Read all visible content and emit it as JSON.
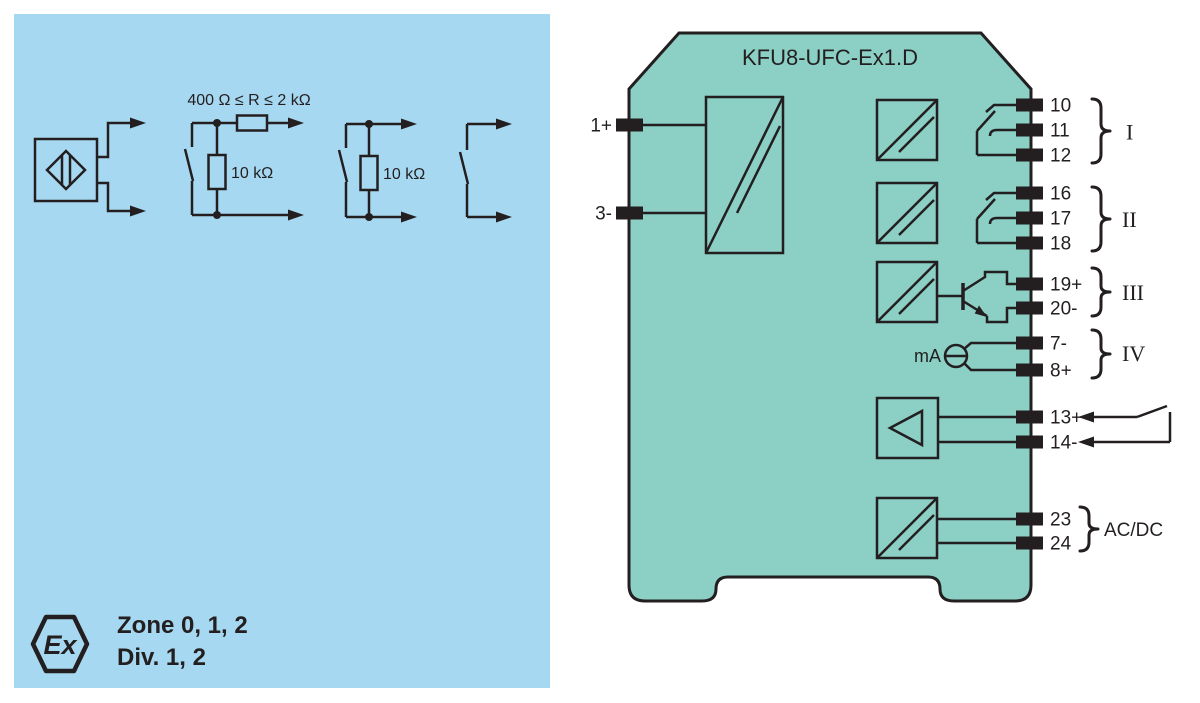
{
  "colors": {
    "hazard_panel_blue": "#a7d8f1",
    "device_teal": "#8bcfc5",
    "line_black": "#231f20"
  },
  "hazard_panel": {
    "resistor_range_label": "400 Ω ≤ R ≤ 2 kΩ",
    "shunt_resistor_label_1": "10 kΩ",
    "shunt_resistor_label_2": "10 kΩ",
    "ex_mark": "Ex",
    "zone_label": "Zone 0, 1, 2",
    "division_label": "Div. 1, 2"
  },
  "device": {
    "title": "KFU8-UFC-Ex1.D",
    "input": {
      "terminal_1": "1+",
      "terminal_3": "3-"
    },
    "relay_output_1": {
      "t10": "10",
      "t11": "11",
      "t12": "12",
      "group": "I"
    },
    "relay_output_2": {
      "t16": "16",
      "t17": "17",
      "t18": "18",
      "group": "II"
    },
    "transistor_output": {
      "t19": "19+",
      "t20": "20-",
      "group": "III"
    },
    "current_output": {
      "meter_label": "mA",
      "t7": "7-",
      "t8": "8+",
      "group": "IV"
    },
    "control_input": {
      "t13": "13+",
      "t14": "14-"
    },
    "power_supply": {
      "t23": "23",
      "t24": "24",
      "label": "AC/DC"
    }
  }
}
